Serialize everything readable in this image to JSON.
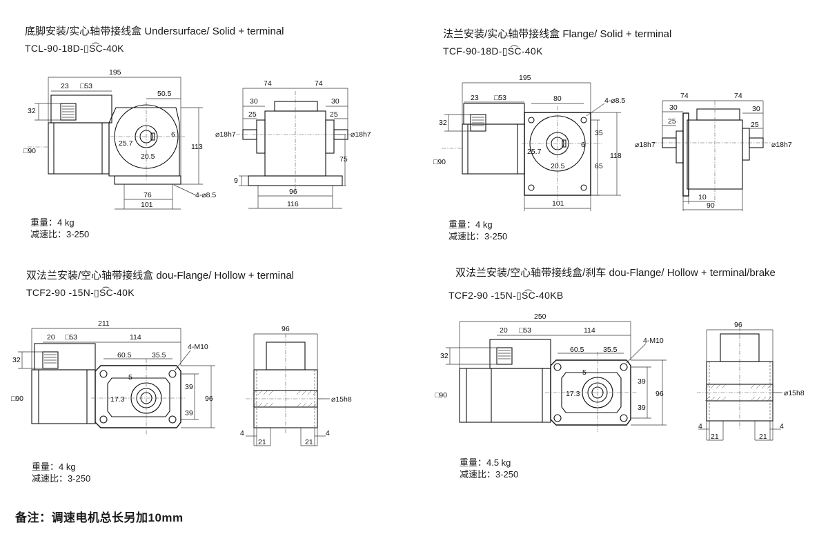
{
  "panels": {
    "tl": {
      "title": "底脚安装/实心轴带接线盒   Undersurface/ Solid + terminal",
      "model": "TCL-90-18D-▯S͡C-40K",
      "weight": "重量：4 kg",
      "ratio": "减速比：3-250",
      "dims": {
        "d195": "195",
        "d23": "23",
        "d53": "□53",
        "d50_5": "50.5",
        "d32": "32",
        "d6": "6",
        "d25_7": "25.7",
        "d20_5": "20.5",
        "d90": "□90",
        "d113": "113",
        "d76": "76",
        "d101": "101",
        "d4_8_5": "4-⌀8.5",
        "s74a": "74",
        "s74b": "74",
        "s30a": "30",
        "s30b": "30",
        "s25a": "25",
        "s25b": "25",
        "s18a": "⌀18h7",
        "s18b": "⌀18h7",
        "s75": "75",
        "s9": "9",
        "s96": "96",
        "s116": "116"
      }
    },
    "tr": {
      "title": "法兰安装/实心轴带接线盒   Flange/ Solid + terminal",
      "model": "TCF-90-18D-▯S͡C-40K",
      "weight": "重量：4 kg",
      "ratio": "减速比：3-250",
      "dims": {
        "d195": "195",
        "d23": "23",
        "d53": "□53",
        "d80": "80",
        "d32": "32",
        "d4_8_5": "4-⌀8.5",
        "d35": "35",
        "d6": "6",
        "d25_7": "25.7",
        "d20_5": "20.5",
        "d90": "□90",
        "d65": "65",
        "d118": "118",
        "d101": "101",
        "s74a": "74",
        "s74b": "74",
        "s30a": "30",
        "s30b": "30",
        "s25a": "25",
        "s25b": "25",
        "s18a": "⌀18h7",
        "s18b": "⌀18h7",
        "s10": "10",
        "s90": "90"
      }
    },
    "bl": {
      "title": "双法兰安装/空心轴带接线盒   dou-Flange/ Hollow + terminal",
      "model": "TCF2-90 -15N-▯S͡C-40K",
      "weight": "重量：4 kg",
      "ratio": "减速比：3-250",
      "dims": {
        "d211": "211",
        "d20": "20",
        "d53": "□53",
        "d114": "114",
        "d4m10": "4-M10",
        "d32": "32",
        "d60_5": "60.5",
        "d35_5": "35.5",
        "d5": "5",
        "d39a": "39",
        "d39b": "39",
        "d96": "96",
        "d17_3": "17.3",
        "d90": "□90",
        "s96": "96",
        "s15": "⌀15h8",
        "s4a": "4",
        "s4b": "4",
        "s21a": "21",
        "s21b": "21"
      }
    },
    "br": {
      "title": "双法兰安装/空心轴带接线盒/刹车   dou-Flange/ Hollow + terminal/brake",
      "model": "TCF2-90 -15N-▯S͡C-40KB",
      "weight": "重量：4.5 kg",
      "ratio": "减速比：3-250",
      "dims": {
        "d250": "250",
        "d20": "20",
        "d53": "□53",
        "d114": "114",
        "d4m10": "4-M10",
        "d32": "32",
        "d60_5": "60.5",
        "d35_5": "35.5",
        "d5": "5",
        "d39a": "39",
        "d39b": "39",
        "d96": "96",
        "d17_3": "17.3",
        "d90": "□90",
        "s96": "96",
        "s15": "⌀15h8",
        "s4a": "4",
        "s4b": "4",
        "s21a": "21",
        "s21b": "21"
      }
    }
  },
  "footer_note": "备注：调速电机总长另加10mm"
}
